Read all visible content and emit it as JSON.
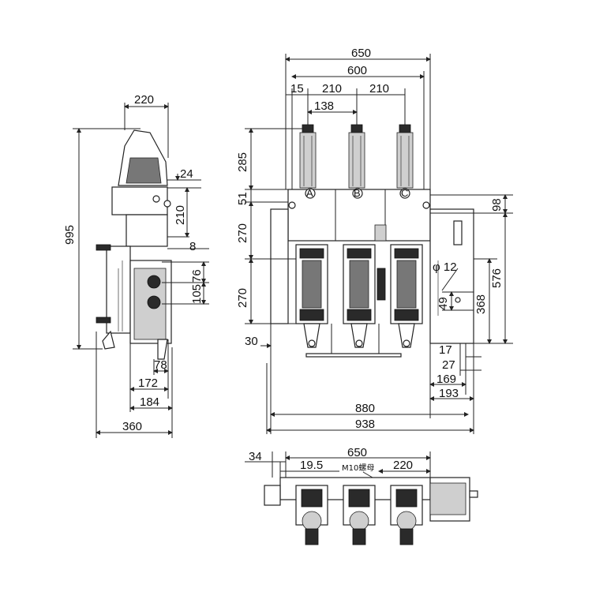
{
  "side_view": {
    "dims": {
      "top_width": "220",
      "height_total": "995",
      "d24": "24",
      "d210": "210",
      "d8": "8",
      "d76": "76",
      "d105": "105",
      "d78": "78",
      "d172": "172",
      "d184": "184",
      "d360": "360"
    }
  },
  "front_view": {
    "dims": {
      "width_650": "650",
      "width_600": "600",
      "d15": "15",
      "d210_a": "210",
      "d210_b": "210",
      "d138": "138",
      "d285": "285",
      "d51": "51",
      "d270_a": "270",
      "d270_b": "270",
      "d30": "30",
      "d98": "98",
      "d576": "576",
      "d368": "368",
      "phi12": "φ 12",
      "d49": "49",
      "d17": "17",
      "d27": "27",
      "d169": "169",
      "d193": "193",
      "d880": "880",
      "d938": "938"
    },
    "phase_labels": [
      "A",
      "B",
      "C"
    ]
  },
  "top_view": {
    "dims": {
      "d34": "34",
      "d650": "650",
      "d19_5": "19.5",
      "d220": "220"
    },
    "note": "M10螺母"
  }
}
